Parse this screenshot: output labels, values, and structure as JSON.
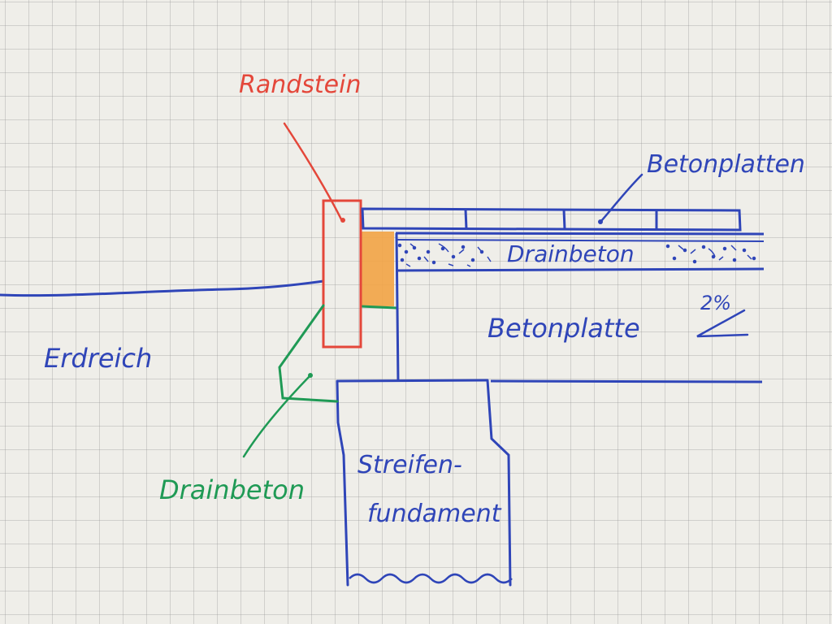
{
  "labels": {
    "randstein": "Randstein",
    "betonplatten": "Betonplatten",
    "drainbeton_top": "Drainbeton",
    "betonplatte": "Betonplatte",
    "slope": "2%",
    "erdreich": "Erdreich",
    "drainbeton_green": "Drainbeton",
    "streifen": "Streifen-",
    "fundament": "fundament"
  },
  "colors": {
    "blue_ink": "#2f45b8",
    "red_ink": "#e4473a",
    "green_ink": "#1f9a55",
    "orange_fill": "#f2a345",
    "paper": "#efeee9"
  }
}
